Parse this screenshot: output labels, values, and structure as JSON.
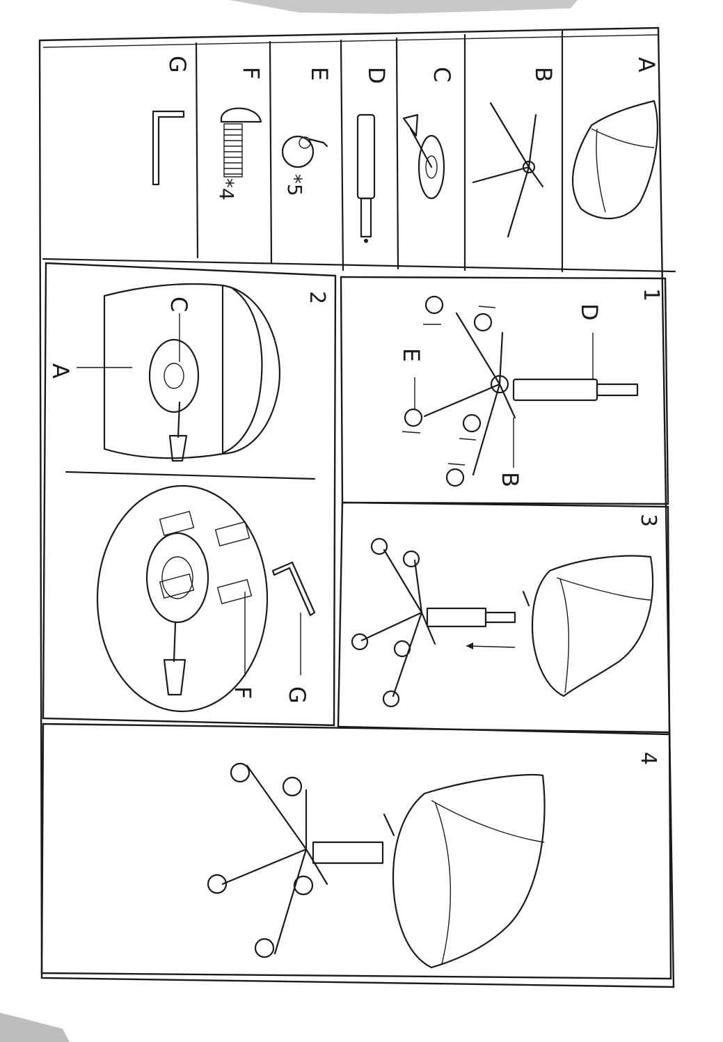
{
  "parts": [
    {
      "letter": "A",
      "quantity": ""
    },
    {
      "letter": "B",
      "quantity": ""
    },
    {
      "letter": "C",
      "quantity": ""
    },
    {
      "letter": "D",
      "quantity": ""
    },
    {
      "letter": "E",
      "quantity": "*5"
    },
    {
      "letter": "F",
      "quantity": "*4"
    },
    {
      "letter": "G",
      "quantity": ""
    }
  ],
  "steps": [
    {
      "number": "1",
      "callouts": [
        "D",
        "E",
        "B"
      ]
    },
    {
      "number": "2",
      "callouts": [
        "C",
        "A",
        "F",
        "G"
      ]
    },
    {
      "number": "3",
      "callouts": []
    },
    {
      "number": "4",
      "callouts": []
    }
  ]
}
